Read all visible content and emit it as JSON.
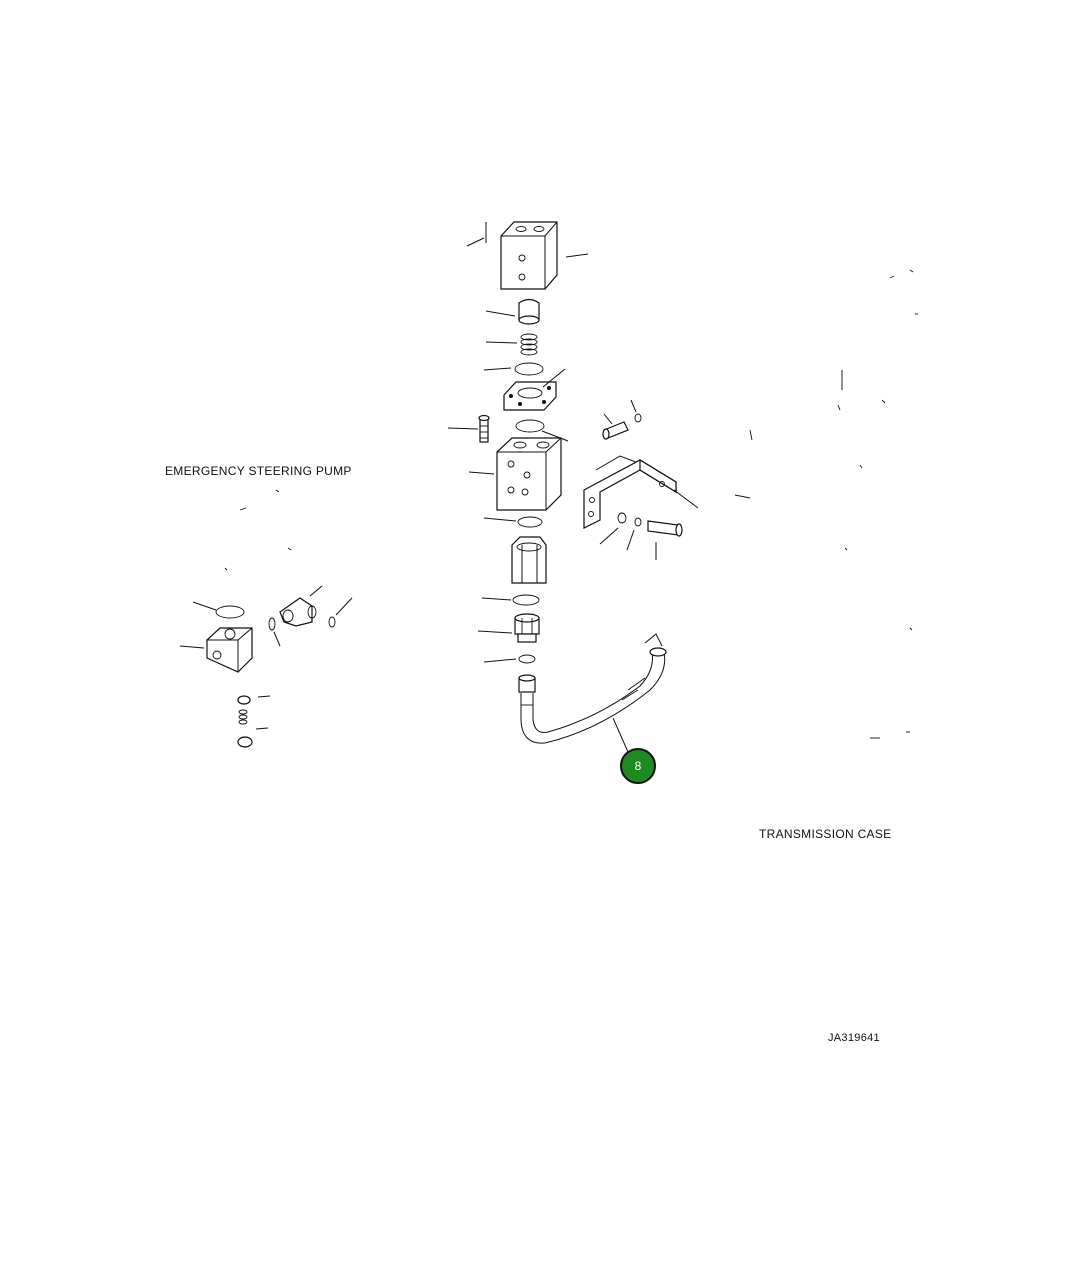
{
  "labels": {
    "emergency_steering_pump": "EMERGENCY STEERING PUMP",
    "transmission_case": "TRANSMISSION CASE",
    "figure_id": "JA319641"
  },
  "callouts": [
    {
      "number": "8",
      "color": "#1f8a1f"
    }
  ]
}
